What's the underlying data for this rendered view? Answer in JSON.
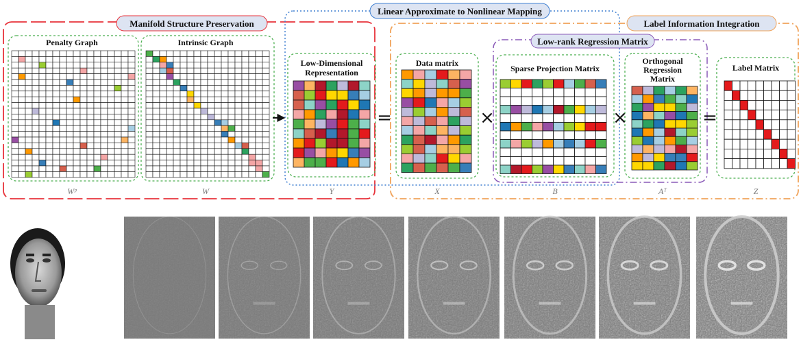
{
  "banners": {
    "manifold": "Manifold Structure Preservation",
    "linear": "Linear Approximate to Nonlinear Mapping",
    "label_info": "Label Information Integration",
    "lowrank": "Low-rank Regression Matrix"
  },
  "panels": {
    "penalty": {
      "title": "Penalty Graph",
      "var": "Wᵖ"
    },
    "intrinsic": {
      "title": "Intrinsic Graph",
      "var": "W"
    },
    "lowdim": {
      "title1": "Low-Dimensional",
      "title2": "Representation",
      "var": "Y"
    },
    "data": {
      "title": "Data matrix",
      "var": "X"
    },
    "sparse": {
      "title": "Sparse Projection Matrix",
      "var": "B"
    },
    "orth": {
      "title1": "Orthogonal",
      "title2": "Regression",
      "title3": "Matrix",
      "var": "Aᵀ"
    },
    "label": {
      "title": "Label Matrix",
      "var": "Z"
    }
  },
  "operators": {
    "eq": "=",
    "times": "×"
  },
  "colors": {
    "manifold": "#e8323a",
    "linear": "#3f7fd1",
    "label_info": "#f0a35a",
    "lowrank": "#8a5ab8",
    "panel_border": "#4caf50",
    "banner_fill": "#dde4f2",
    "label_diag": "#e41a1c"
  },
  "images": {
    "face": "face-photo",
    "projections": [
      "projection-1",
      "projection-2",
      "projection-3",
      "projection-4",
      "projection-5",
      "projection-6",
      "projection-7"
    ]
  }
}
